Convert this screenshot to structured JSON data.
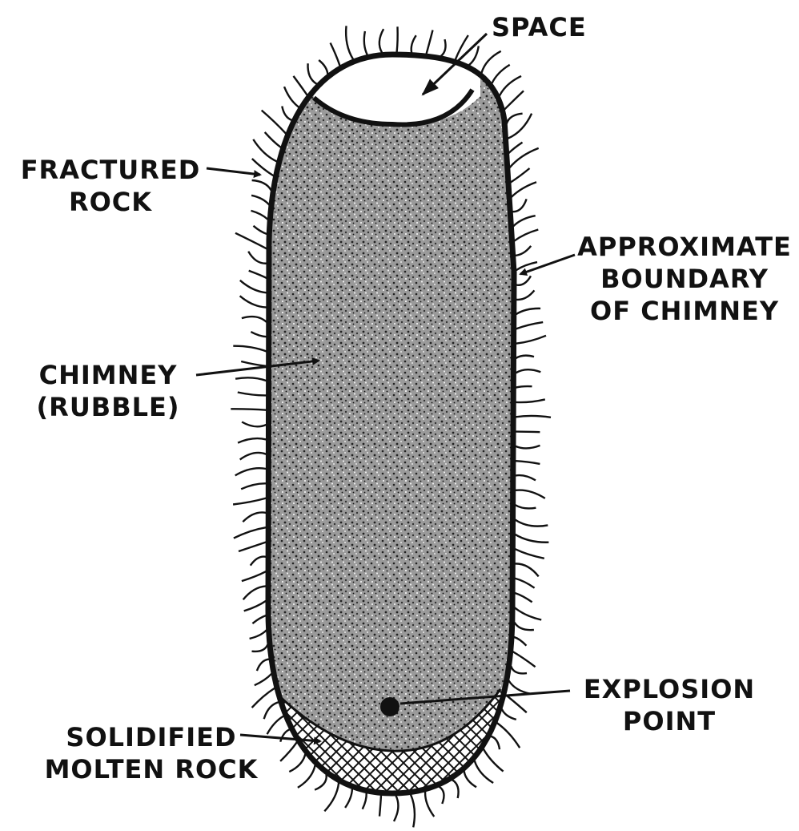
{
  "colors": {
    "ink": "#111111",
    "background": "#ffffff",
    "rubble": "#8a8a8a"
  },
  "labels": {
    "space": "SPACE",
    "fractured_rock": {
      "line1": "FRACTURED",
      "line2": "ROCK"
    },
    "boundary": {
      "line1": "APPROXIMATE",
      "line2": "BOUNDARY",
      "line3": "OF CHIMNEY"
    },
    "chimney": {
      "line1": "CHIMNEY",
      "line2": "(RUBBLE)"
    },
    "explosion": {
      "line1": "EXPLOSION",
      "line2": "POINT"
    },
    "molten": {
      "line1": "SOLIDIFIED",
      "line2": "MOLTEN ROCK"
    }
  }
}
